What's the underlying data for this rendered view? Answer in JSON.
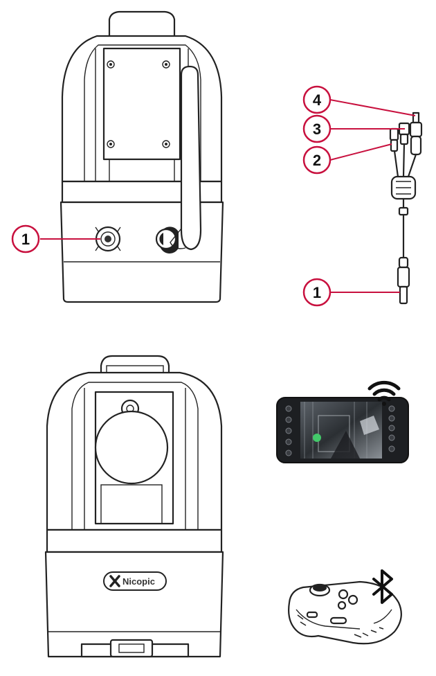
{
  "callouts": {
    "camera_port": "1",
    "cable_end": "1",
    "cable_branch_2": "2",
    "cable_branch_3": "3",
    "cable_branch_4": "4"
  },
  "brand_logo_text": "Nicopic",
  "colors": {
    "line": "#222222",
    "callout_ring": "#c8103e",
    "leader": "#c8103e",
    "wifi": "#111111",
    "bluetooth": "#111111",
    "phone_body": "#1d1f22",
    "thumb_highlight": "#43c96a"
  },
  "icons": [
    "wifi-icon",
    "bluetooth-icon",
    "antenna",
    "gamepad",
    "smartphone",
    "cable"
  ]
}
